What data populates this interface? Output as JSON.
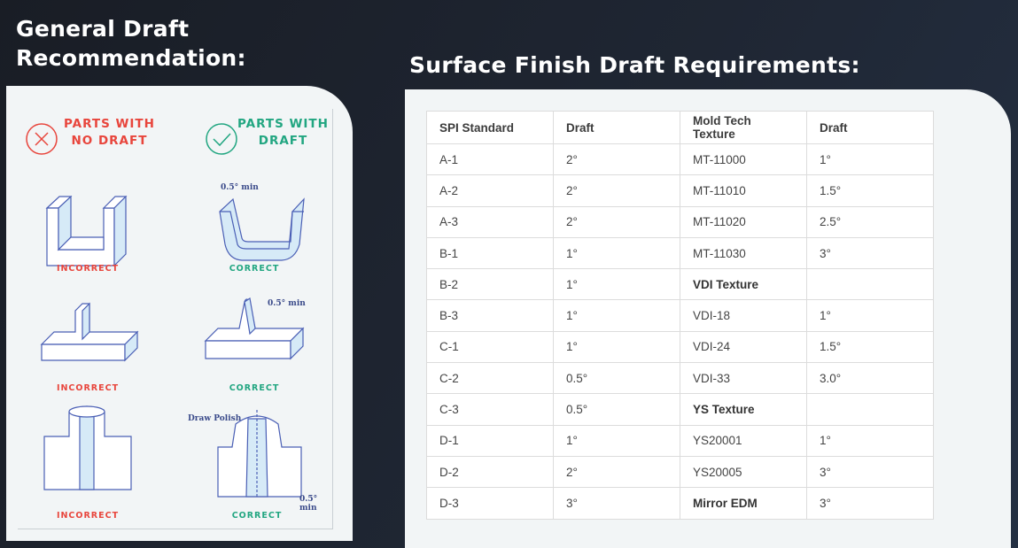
{
  "left": {
    "title_line1": "General Draft",
    "title_line2": "Recommendation:",
    "no_draft_label_1": "PARTS WITH",
    "no_draft_label_2": "NO DRAFT",
    "draft_label_1": "PARTS WITH",
    "draft_label_2": "DRAFT",
    "incorrect": "INCORRECT",
    "correct": "CORRECT",
    "min_note": "0.5° min",
    "draw_polish": "Draw Polish",
    "colors": {
      "incorrect": "#e8453c",
      "correct": "#22a681",
      "line": "#4a5fb5",
      "fill": "#d6eaf7"
    }
  },
  "right": {
    "title": "Surface Finish Draft Requirements:",
    "headers": [
      "SPI Standard",
      "Draft",
      "Mold Tech Texture",
      "Draft"
    ],
    "rows": [
      [
        "A-1",
        "2°",
        "MT-11000",
        "1°"
      ],
      [
        "A-2",
        "2°",
        "MT-11010",
        "1.5°"
      ],
      [
        "A-3",
        "2°",
        "MT-11020",
        "2.5°"
      ],
      [
        "B-1",
        "1°",
        "MT-11030",
        "3°"
      ],
      [
        "B-2",
        "1°",
        "VDI Texture",
        ""
      ],
      [
        "B-3",
        "1°",
        "VDI-18",
        "1°"
      ],
      [
        "C-1",
        "1°",
        "VDI-24",
        "1.5°"
      ],
      [
        "C-2",
        "0.5°",
        "VDI-33",
        "3.0°"
      ],
      [
        "C-3",
        "0.5°",
        "YS Texture",
        ""
      ],
      [
        "D-1",
        "1°",
        "YS20001",
        "1°"
      ],
      [
        "D-2",
        "2°",
        "YS20005",
        "3°"
      ],
      [
        "D-3",
        "3°",
        "Mirror EDM",
        "3°"
      ]
    ],
    "section_header_rows": [
      4,
      8,
      11
    ]
  }
}
